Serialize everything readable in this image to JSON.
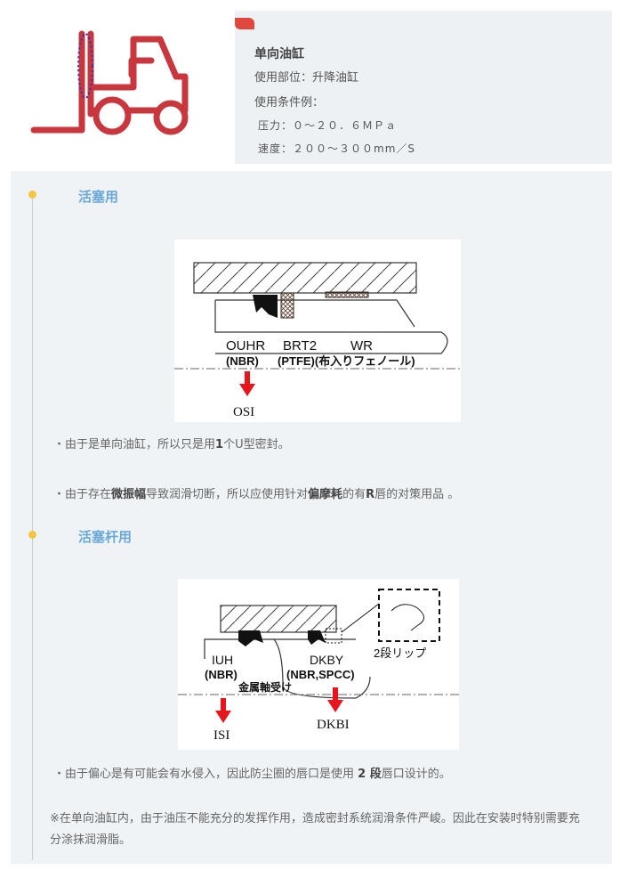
{
  "header": {
    "title": "单向油缸",
    "usage": "使用部位：升降油缸",
    "conditions_label": "使用条件例：",
    "pressure": "压力：０～２０．６ＭＰａ",
    "speed": "速度：２００～３００mm／S"
  },
  "colors": {
    "accent": "#6aa8d8",
    "dot": "#f4c542",
    "forklift": "#c7373d",
    "arrow": "#e8161c"
  },
  "sections": [
    {
      "title": "活塞用",
      "diagram": {
        "labels_top": [
          "OUHR",
          "BRT2",
          "WR"
        ],
        "labels_bottom": [
          "(NBR)",
          "(PTFE)(布入りフェノール)"
        ],
        "code": "OSI"
      },
      "para1": {
        "pre": "・由于是单向油缸，所以只是用",
        "bold": "1",
        "post": "个U型密封。"
      },
      "para2": {
        "pre": "・由于存在",
        "bold1": "微振幅",
        "mid": "导致润滑切断，所以应使用针对",
        "bold2": "偏摩耗",
        "mid2": "的有",
        "bold3": "R",
        "post": "唇的对策用品 。"
      }
    },
    {
      "title": "活塞杆用",
      "diagram": {
        "lip_label": "2段リップ",
        "label_iuh": "IUH",
        "label_iuh_mat": "(NBR)",
        "label_dkby": "DKBY",
        "label_dkby_mat": "(NBR,SPCC)",
        "label_bearing": "金属軸受け",
        "code_isi": "ISI",
        "code_dkbi": "DKBI"
      },
      "para1": {
        "pre": "・由于偏心是有可能会有水侵入，因此防尘圈的唇口是使用 ",
        "bold": "2 段",
        "post": "唇口设计的。"
      }
    }
  ],
  "note": "※在单向油缸内，由于油压不能充分的发挥作用，造成密封系统润滑条件严峻。因此在安装时特别需要充分涂抹润滑脂。"
}
